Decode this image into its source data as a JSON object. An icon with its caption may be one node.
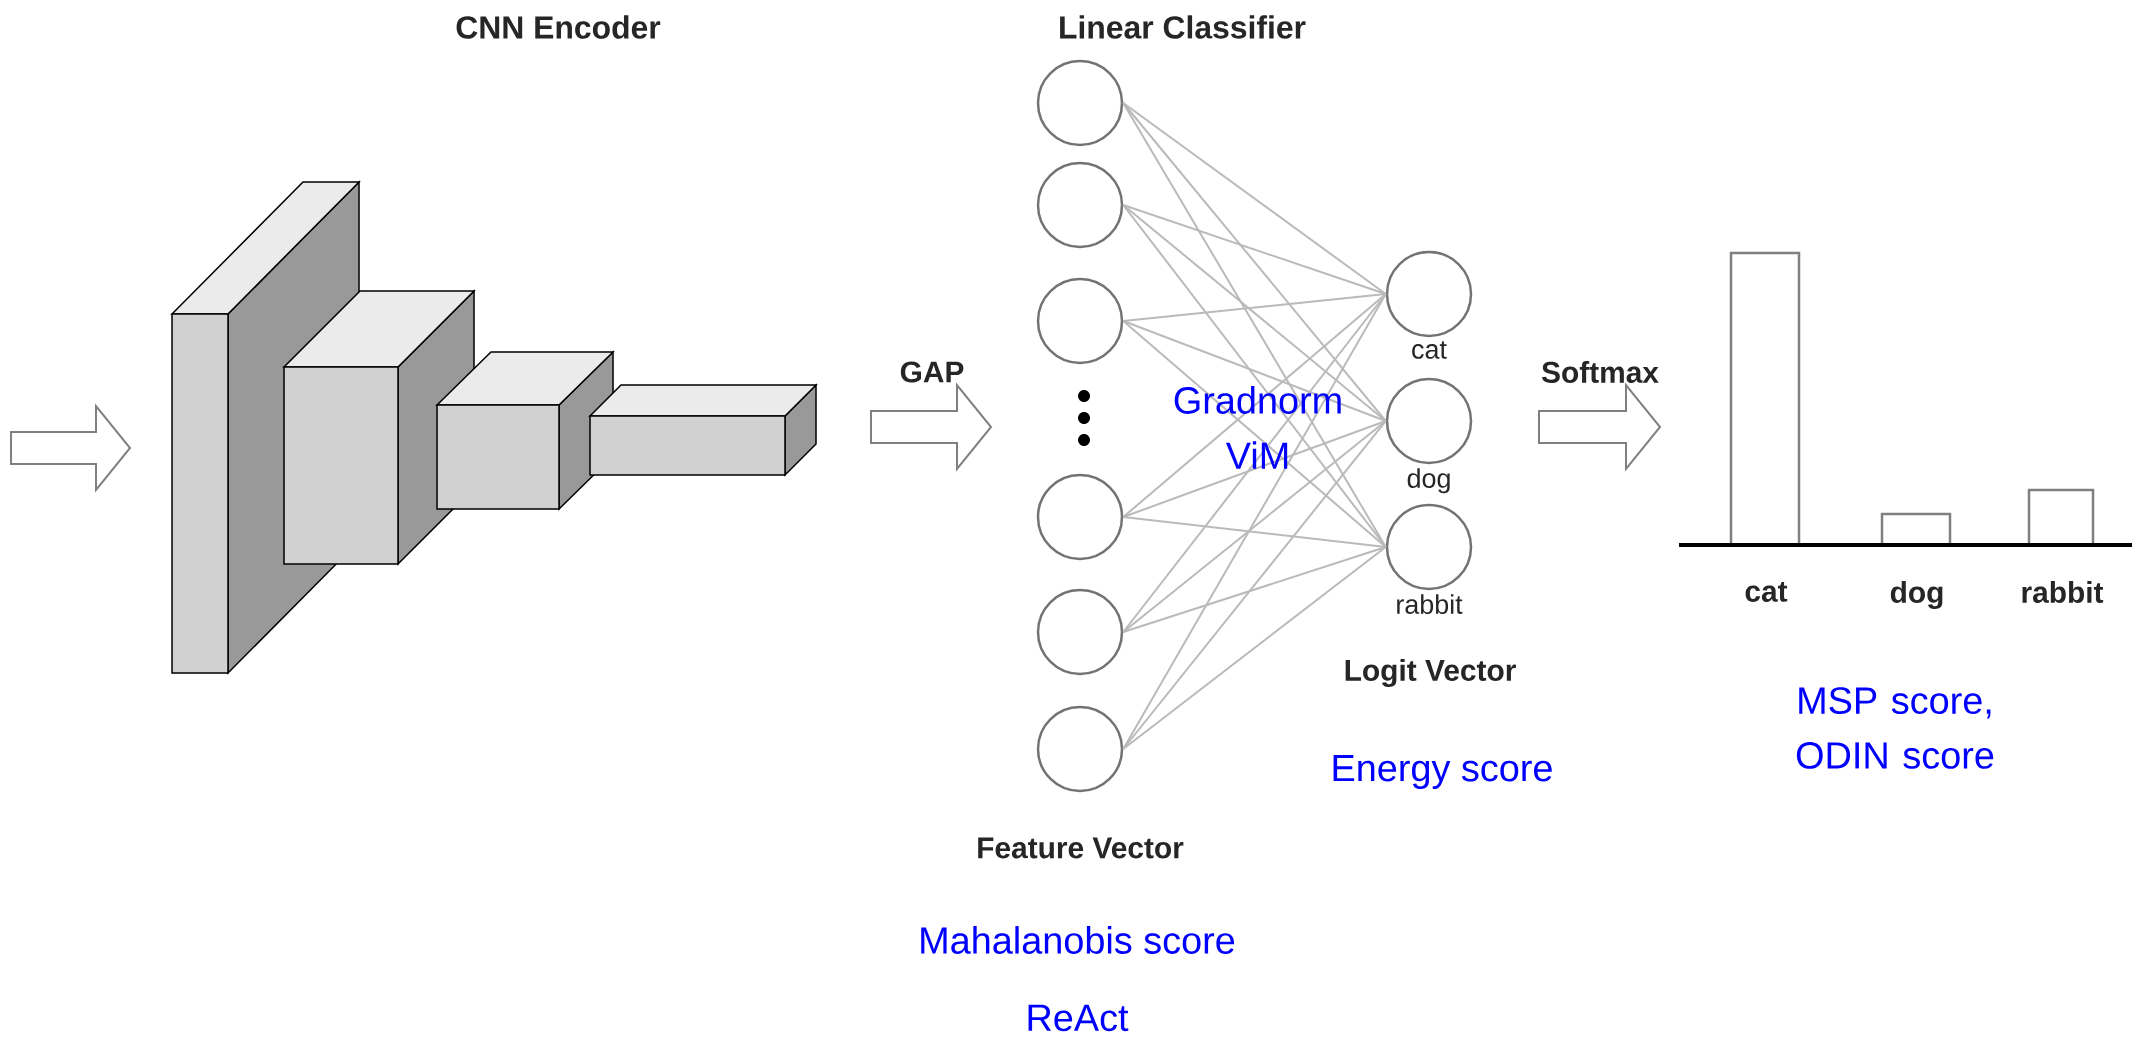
{
  "diagram": {
    "nodes": [
      {
        "text": [],
        "shape": "circle"
      },
      {
        "text": [],
        "shape": "circle"
      },
      {
        "text": [],
        "shape": "circle"
      },
      {
        "text": [],
        "shape": "circle"
      },
      {
        "text": [],
        "shape": "circle"
      },
      {
        "text": [],
        "shape": "circle"
      },
      {
        "text": [
          "cat"
        ]
      },
      {
        "text": [
          "dog"
        ]
      },
      {
        "text": [
          "rabbit"
        ]
      }
    ],
    "edges": [
      {
        "from": 0,
        "to": 6,
        "arrow": "none"
      },
      {
        "from": 0,
        "to": 7,
        "arrow": "none"
      },
      {
        "from": 0,
        "to": 8,
        "arrow": "none"
      },
      {
        "from": 1,
        "to": 6,
        "arrow": "none"
      },
      {
        "from": 1,
        "to": 7,
        "arrow": "none"
      },
      {
        "from": 1,
        "to": 8,
        "arrow": "none"
      },
      {
        "from": 2,
        "to": 6,
        "arrow": "none"
      },
      {
        "from": 2,
        "to": 7,
        "arrow": "none"
      },
      {
        "from": 2,
        "to": 8,
        "arrow": "none"
      },
      {
        "from": 3,
        "to": 6,
        "arrow": "none"
      },
      {
        "from": 3,
        "to": 7,
        "arrow": "none"
      },
      {
        "from": 3,
        "to": 8,
        "arrow": "none"
      },
      {
        "from": 4,
        "to": 6,
        "arrow": "none"
      },
      {
        "from": 4,
        "to": 7,
        "arrow": "none"
      },
      {
        "from": 4,
        "to": 8,
        "arrow": "none"
      },
      {
        "from": 5,
        "to": 6,
        "arrow": "none"
      },
      {
        "from": 5,
        "to": 7,
        "arrow": "none"
      },
      {
        "from": 5,
        "to": 8,
        "arrow": "none"
      }
    ],
    "labels": [
      "CNN Encoder",
      "Linear Classifier",
      "GAP",
      "Gradnorm",
      "Softmax",
      "ViM",
      "cat",
      "dog",
      "rabbit",
      "Logit Vector",
      "MSP score, ODIN score",
      "Energy score",
      "Feature Vector",
      "Mahalanobis score",
      "ReAct"
    ]
  }
}
